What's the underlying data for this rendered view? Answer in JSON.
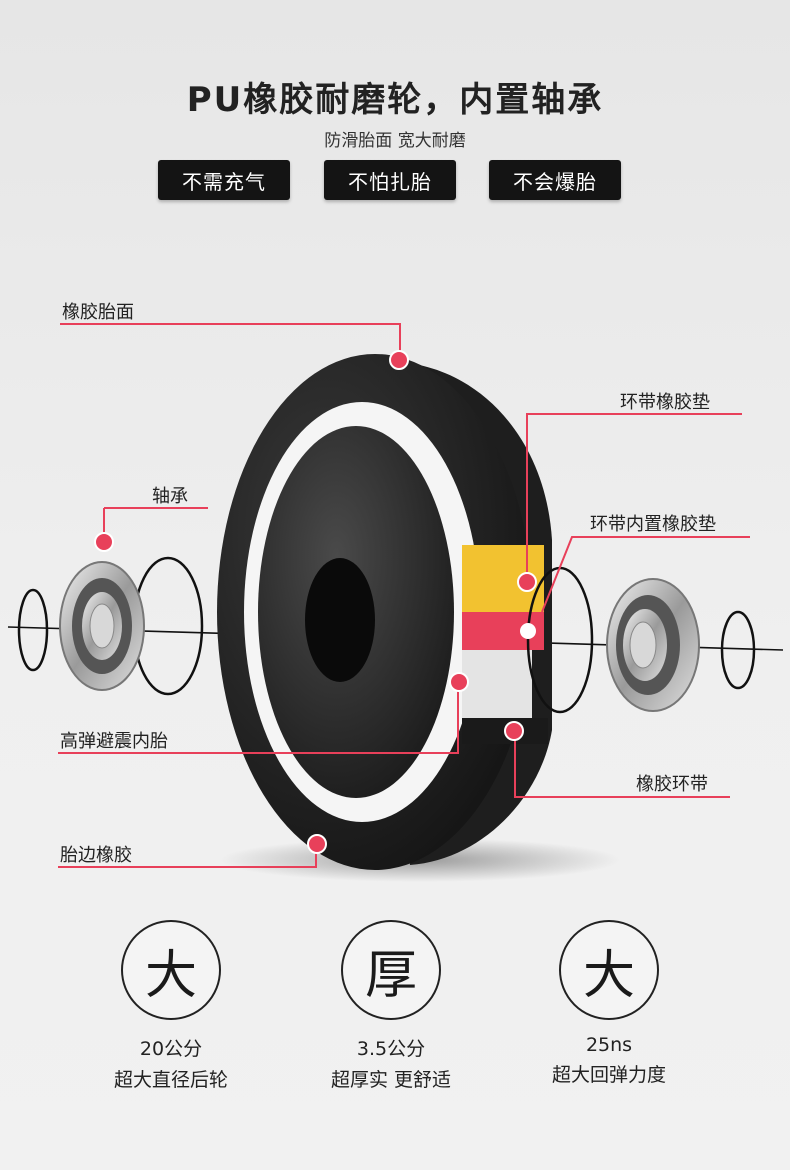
{
  "header": {
    "title": "PU橡胶耐磨轮，内置轴承",
    "subtitle": "防滑胎面  宽大耐磨"
  },
  "badges": [
    "不需充气",
    "不怕扎胎",
    "不会爆胎"
  ],
  "callouts": {
    "tread": "橡胶胎面",
    "bearing": "轴承",
    "ring_pad": "环带橡胶垫",
    "inner_pad": "环带内置橡胶垫",
    "inner_tube": "高弹避震内胎",
    "rubber_band": "橡胶环带",
    "sidewall": "胎边橡胶"
  },
  "features": [
    {
      "glyph": "大",
      "value": "20公分",
      "desc": "超大直径后轮"
    },
    {
      "glyph": "厚",
      "value": "3.5公分",
      "desc": "超厚实 更舒适"
    },
    {
      "glyph": "大",
      "value": "25ns",
      "desc": "超大回弹力度"
    }
  ],
  "colors": {
    "accent": "#e8405a",
    "badge_bg": "#141414",
    "pad_yellow": "#f2c230",
    "pad_red": "#e8405a",
    "tire_black": "#1c1c1c"
  },
  "icons": [
    "bearing-icon",
    "marker-dot-icon"
  ]
}
